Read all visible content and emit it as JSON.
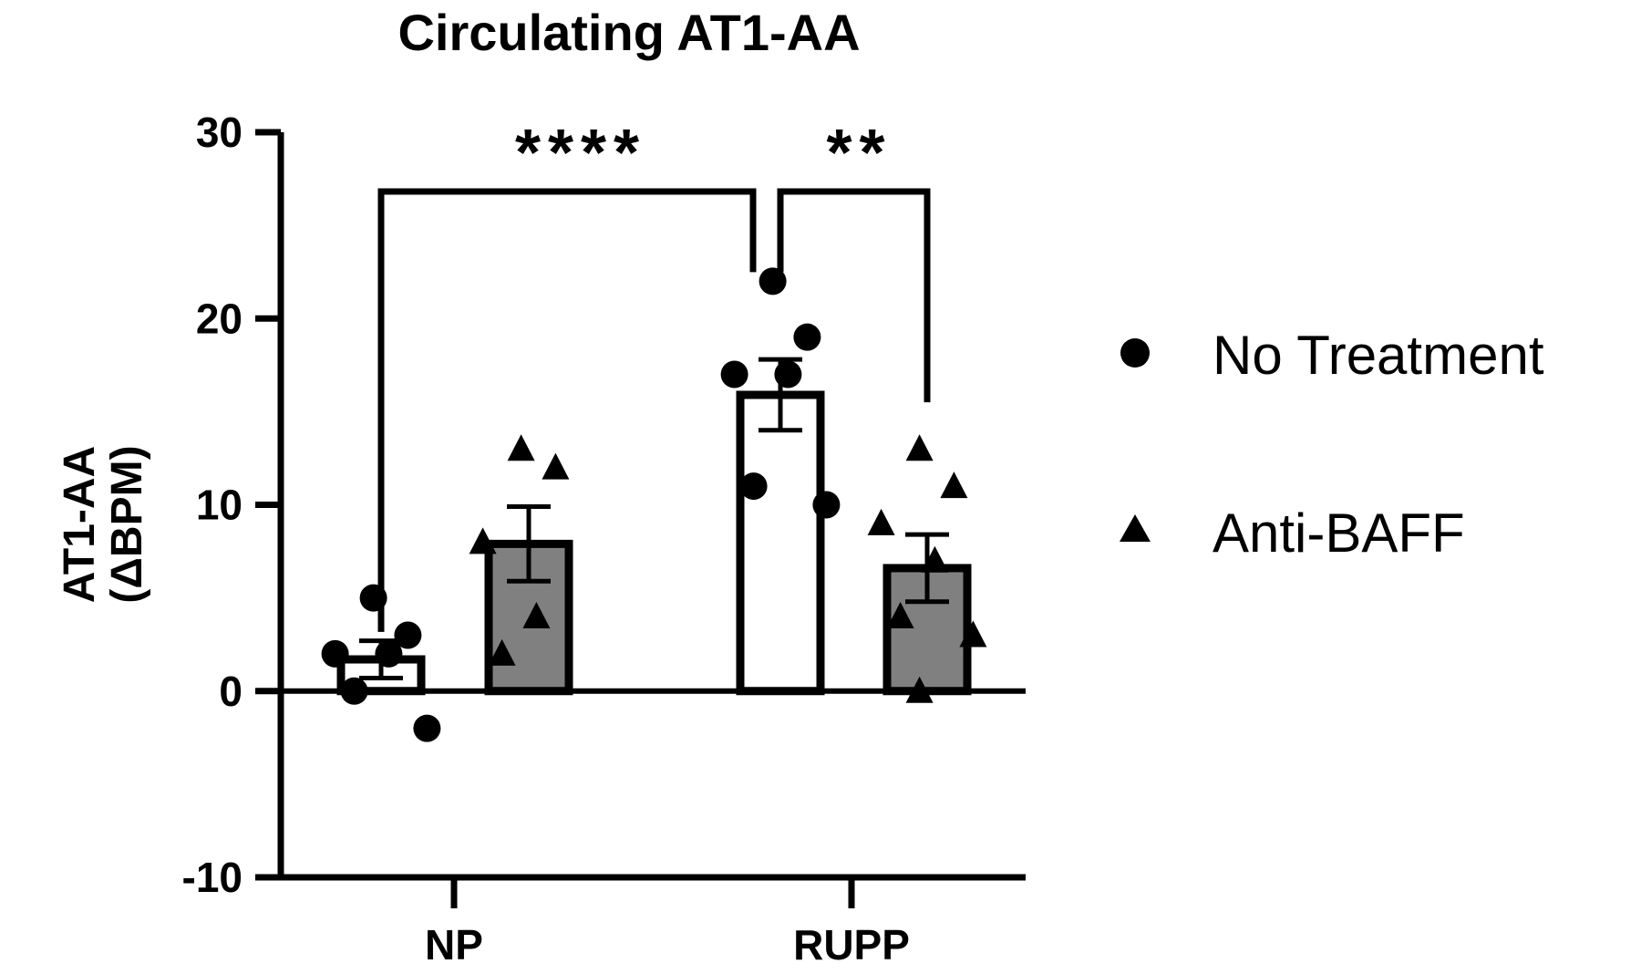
{
  "chart_data": {
    "type": "bar",
    "title": "Circulating  AT1-AA",
    "ylabel_line1": "AT1-AA",
    "ylabel_line2": "(ΔBPM)",
    "xlabel": "",
    "ylim": [
      -10,
      30
    ],
    "yticks": [
      -10,
      0,
      10,
      20,
      30
    ],
    "ytick_labels": [
      "-10",
      "0",
      "10",
      "20",
      "30"
    ],
    "categories": [
      "NP",
      "RUPP"
    ],
    "series": [
      {
        "name": "No Treatment",
        "marker": "circle",
        "fill": "#ffffff",
        "means": [
          1.7,
          15.9
        ],
        "sem": [
          1.0,
          1.9
        ],
        "points": [
          [
            5,
            3,
            2,
            2,
            0,
            -2
          ],
          [
            22,
            19,
            17,
            17,
            11,
            10
          ]
        ]
      },
      {
        "name": "Anti-BAFF",
        "marker": "triangle",
        "fill": "#808080",
        "means": [
          7.9,
          6.6
        ],
        "sem": [
          2.0,
          1.8
        ],
        "points": [
          [
            13,
            12,
            8,
            4,
            2
          ],
          [
            13,
            11,
            9,
            7,
            4,
            3,
            0
          ]
        ]
      }
    ],
    "significance": [
      {
        "label": "****",
        "from": "NP / No Treatment",
        "to": "RUPP / No Treatment"
      },
      {
        "label": "**",
        "from": "RUPP / No Treatment",
        "to": "RUPP / Anti-BAFF"
      }
    ],
    "legend_position": "right",
    "grid": false
  }
}
